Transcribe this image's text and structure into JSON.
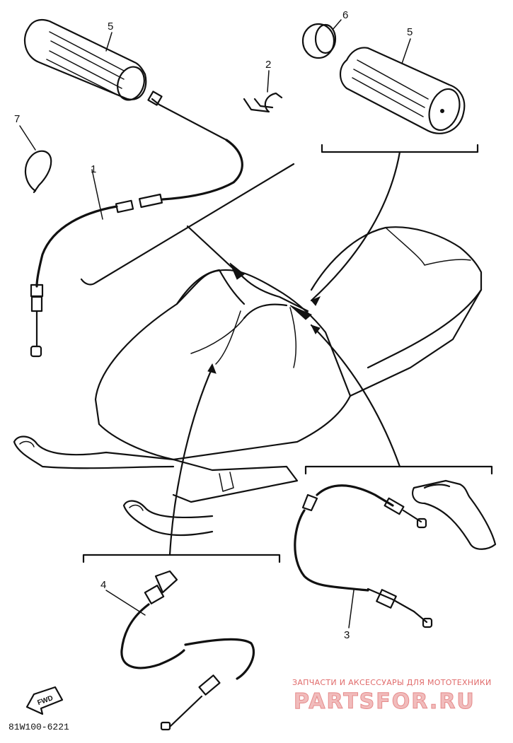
{
  "callouts": [
    {
      "id": "c1",
      "text": "1"
    },
    {
      "id": "c2",
      "text": "2"
    },
    {
      "id": "c3",
      "text": "3"
    },
    {
      "id": "c4",
      "text": "4"
    },
    {
      "id": "c5a",
      "text": "5"
    },
    {
      "id": "c5b",
      "text": "5"
    },
    {
      "id": "c6",
      "text": "6"
    },
    {
      "id": "c7",
      "text": "7"
    }
  ],
  "diagram_code": "81W100-6221",
  "fwd_label": "FWD",
  "watermark": {
    "line1": "ЗАПЧАСТИ И АКСЕССУАРЫ ДЛЯ МОТОТЕХНИКИ",
    "line2": "PARTSFOR.RU"
  },
  "colors": {
    "ink": "#111111",
    "watermark": "#e06a6a"
  }
}
